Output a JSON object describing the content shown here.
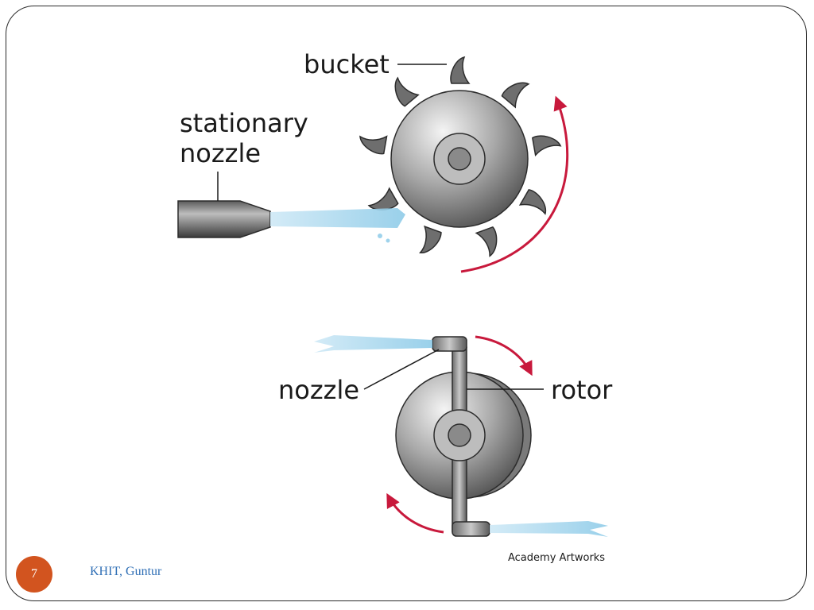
{
  "diagram": {
    "impulse_turbine": {
      "bucket_label": "bucket",
      "nozzle_label_line1": "stationary",
      "nozzle_label_line2": "nozzle"
    },
    "reaction_turbine": {
      "nozzle_label": "nozzle",
      "rotor_label": "rotor"
    },
    "credit": "Academy Artworks"
  },
  "footer": {
    "page_number": "7",
    "text": "KHIT, Guntur"
  },
  "colors": {
    "arrow": "#c8193c",
    "water_jet": "#9fd3ec",
    "page_badge": "#d2541f",
    "footer_text": "#2e6eb5"
  }
}
